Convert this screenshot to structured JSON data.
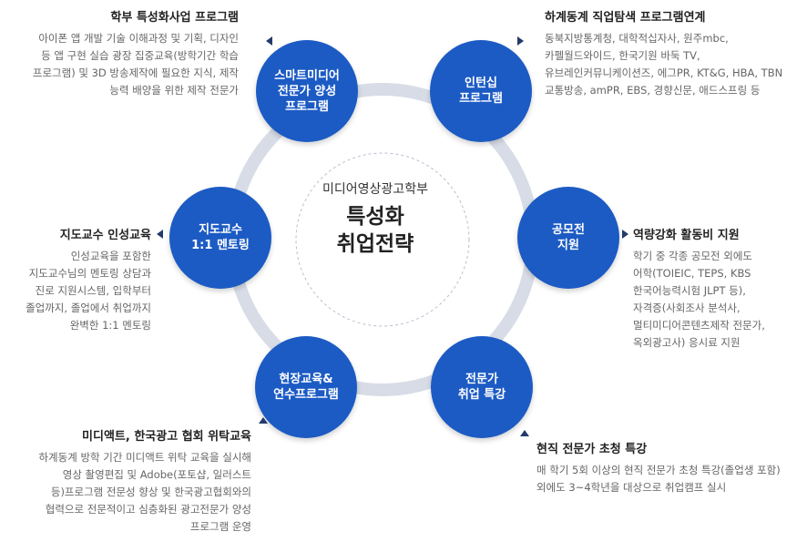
{
  "center": {
    "subtitle": "미디어영상광고학부",
    "title": "특성화\n취업전략"
  },
  "nodes": {
    "smart_media": "스마트미디어\n전문가 양성\n프로그램",
    "internship": "인턴십\n프로그램",
    "contest": "공모전\n지원",
    "expert_lecture": "전문가\n취업 특강",
    "field_training": "현장교육&\n연수프로그램",
    "mentoring": "지도교수\n1:1 멘토링"
  },
  "blocks": {
    "top_left": {
      "title": "학부 특성화사업 프로그램",
      "body": "아이폰 앱 개발 기술 이해과정 및 기획, 디자인\n등 앱 구현 실습 광장 집중교육(방학기간 학습\n프로그램) 및 3D 방송제작에 필요한 지식, 제작\n능력 배양을 위한 제작 전문가"
    },
    "top_right": {
      "title": "하계동계 직업탐색 프로그램연계",
      "body": "동북지방통계청, 대학적십자사, 원주mbc,\n카펠월드와이드, 한국기원 바둑 TV,\n유브레인커뮤니케이션즈, 에그PR, KT&G, HBA, TBN\n교통방송, amPR, EBS, 경향신문, 애드스프링 등"
    },
    "mid_left": {
      "title": "지도교수 인성교육",
      "body": "인성교육을 포함한\n지도교수님의 멘토링 상담과\n진로 지원시스템, 입학부터\n졸업까지, 졸업에서 취업까지\n완벽한 1:1 멘토링"
    },
    "mid_right": {
      "title": "역량강화 활동비 지원",
      "body": "학기 중 각종 공모전 외에도\n어학(TOIEIC, TEPS,  KBS\n한국어능력시험 JLPT 등),\n자격증(사회조사 분석사,\n멀티미디어콘텐츠제작 전문가,\n옥외광고사) 응시료 지원"
    },
    "bottom_left": {
      "title": "미디액트, 한국광고 협회 위탁교육",
      "body": "하계동계 방학 기간 미디액트 위탁 교육을 실시해\n영상 촬영편집 및 Adobe(포토샵, 일러스트\n등)프로그램 전문성 향상 및 한국광고협회와의\n협력으로 전문적이고 심층화된 광고전문가 양성\n프로그램 운영"
    },
    "bottom_right": {
      "title": "현직 전문가 초청 특강",
      "body": "매 학기 5회 이상의 현직 전문가 초청 특강(졸업생 포함)\n외에도 3~4학년을 대상으로 취업캠프 실시"
    }
  },
  "colors": {
    "node_fill": "#1c5bc4",
    "ring": "#d7dce6",
    "arrow": "#233a6b"
  }
}
